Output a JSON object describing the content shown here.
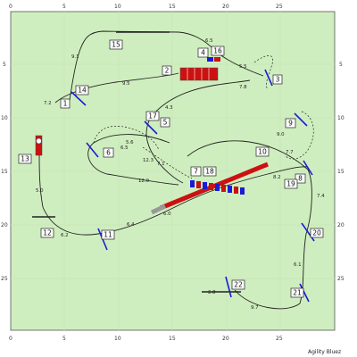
{
  "brand": "Agility Bluez",
  "axes": {
    "top": [
      "0",
      "5",
      "10",
      "15",
      "20",
      "25"
    ],
    "bottom": [
      "0",
      "5",
      "10",
      "15",
      "20",
      "25"
    ],
    "left": [
      "5",
      "10",
      "15",
      "20",
      "25"
    ],
    "right": [
      "5",
      "10",
      "15",
      "20",
      "25"
    ]
  },
  "obstacles": [
    "1",
    "2",
    "3",
    "4",
    "5",
    "6",
    "7",
    "8",
    "9",
    "10",
    "11",
    "12",
    "13",
    "14",
    "15",
    "16",
    "17",
    "18",
    "19",
    "20",
    "21",
    "22"
  ],
  "distances": [
    "9.1",
    "6.5",
    "9.5",
    "5.5",
    "7.8",
    "7.2",
    "4.3",
    "5.6",
    "6.5",
    "12.3",
    "7.1",
    "12.0",
    "5.0",
    "6.2",
    "6.4",
    "6.0",
    "9.0",
    "7.7",
    "8.2",
    "7.4",
    "6.1",
    "9.7",
    "2.8"
  ],
  "colors": {
    "field": "#cfeebf",
    "path": "#222222",
    "tunnel": "#cc1111",
    "poles_blue": "#1b1bd4",
    "poles_red": "#cc1111"
  }
}
